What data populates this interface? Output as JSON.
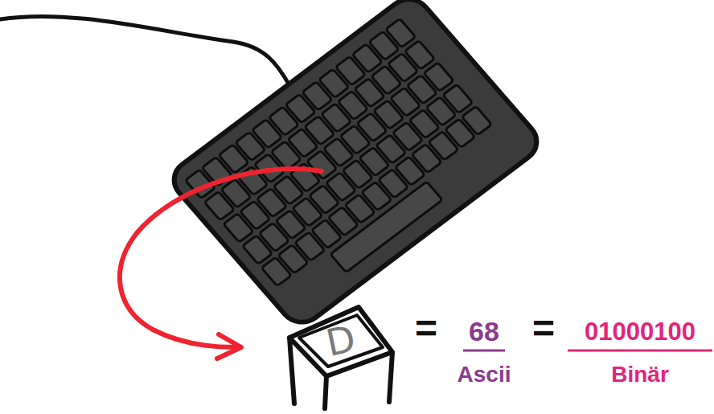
{
  "diagram": {
    "nodes": [
      {
        "text": [
          "D"
        ]
      }
    ],
    "labels": [
      "=",
      "68",
      "Ascii",
      "=",
      "01000100",
      "Binär"
    ]
  }
}
